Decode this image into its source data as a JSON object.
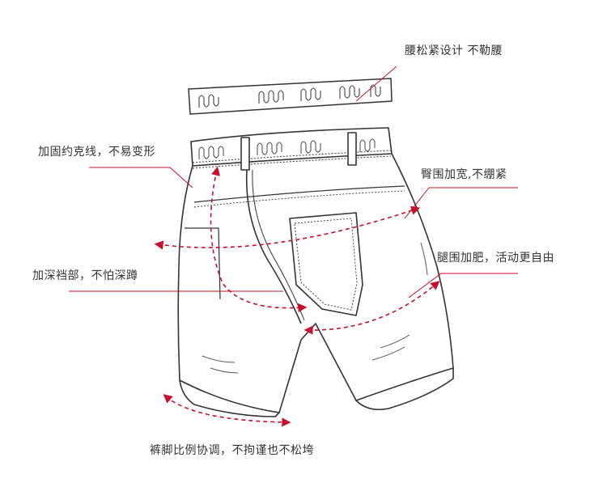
{
  "colors": {
    "accent": "#c8102e",
    "outline": "#333333",
    "text": "#333333",
    "background": "#ffffff"
  },
  "labels": {
    "waistband": "腰松紧设计 不勒腰",
    "stitching": "加固约克线，不易变形",
    "hip": "臀围加宽,不绷紧",
    "crotch": "加深裆部，不怕深蹲",
    "thigh": "腿围加肥，活动更自由",
    "hem": "裤脚比例协调，不拘谨也不松垮"
  }
}
